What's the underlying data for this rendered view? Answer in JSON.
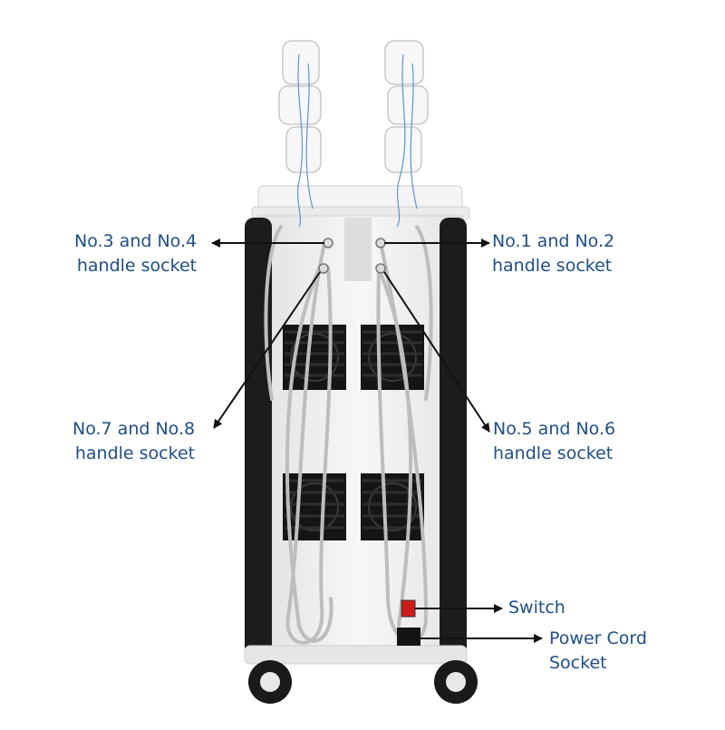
{
  "labels": {
    "handle_34": [
      "No.3 and No.4",
      "handle socket"
    ],
    "handle_12": [
      "No.1 and No.2",
      "handle socket"
    ],
    "handle_78": [
      "No.7 and No.8",
      "handle socket"
    ],
    "handle_56": [
      "No.5 and No.6",
      "handle socket"
    ],
    "switch": "Switch",
    "power": [
      "Power Cord",
      "Socket"
    ]
  },
  "colors": {
    "label_text": "#1f4e86",
    "arrow": "#111111",
    "cabinet_body": "#f1f1f1",
    "cabinet_frame": "#1c1c1c",
    "fan": "#151515",
    "switch": "#cc1a1a",
    "cable": "#bdbdbd"
  }
}
